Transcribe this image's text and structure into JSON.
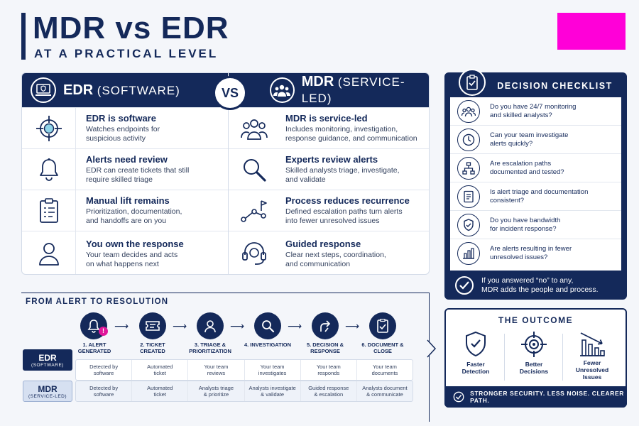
{
  "header": {
    "title": "MDR vs EDR",
    "subtitle": "AT A PRACTICAL LEVEL"
  },
  "comparison": {
    "edr_head_main": "EDR",
    "edr_head_small": "(SOFTWARE)",
    "mdr_head_main": "MDR",
    "mdr_head_small": "(SERVICE-LED)",
    "vs": "VS",
    "edr_rows": [
      {
        "title": "EDR is software",
        "desc": "Watches endpoints for\nsuspicious activity",
        "icon": "target-icon"
      },
      {
        "title": "Alerts need review",
        "desc": "EDR can create tickets that still\nrequire skilled triage",
        "icon": "bell-icon"
      },
      {
        "title": "Manual lift remains",
        "desc": "Prioritization, documentation,\nand handoffs are on you",
        "icon": "clipboard-icon"
      },
      {
        "title": "You own the response",
        "desc": "Your team decides and acts\non what happens next",
        "icon": "person-icon"
      }
    ],
    "mdr_rows": [
      {
        "title": "MDR is service-led",
        "desc": "Includes monitoring, investigation,\nresponse guidance, and communication",
        "icon": "team-icon"
      },
      {
        "title": "Experts review alerts",
        "desc": "Skilled analysts triage, investigate,\nand validate",
        "icon": "magnifier-icon"
      },
      {
        "title": "Process reduces recurrence",
        "desc": "Defined escalation paths turn alerts\ninto fewer unresolved issues",
        "icon": "path-icon"
      },
      {
        "title": "Guided response",
        "desc": "Clear next steps, coordination,\nand communication",
        "icon": "headset-icon"
      }
    ]
  },
  "flow": {
    "title": "FROM ALERT TO RESOLUTION",
    "steps": [
      "1. ALERT\nGENERATED",
      "2. TICKET\nCREATED",
      "3. TRIAGE &\nPRIORITIZATION",
      "4. INVESTIGATION",
      "5. DECISION &\nRESPONSE",
      "6. DOCUMENT &\nCLOSE"
    ],
    "edr_tag": "EDR",
    "edr_tag_sub": "(SOFTWARE)",
    "mdr_tag": "MDR",
    "mdr_tag_sub": "(SERVICE-LED)",
    "edr_cells": [
      "Detected by\nsoftware",
      "Automated\nticket",
      "Your team\nreviews",
      "Your team\ninvestigates",
      "Your team\nresponds",
      "Your team\ndocuments"
    ],
    "mdr_cells": [
      "Detected by\nsoftware",
      "Automated\nticket",
      "Analysts triage\n& prioritize",
      "Analysts investigate\n& validate",
      "Guided response\n& escalation",
      "Analysts document\n& communicate"
    ]
  },
  "checklist": {
    "title": "DECISION CHECKLIST",
    "items": [
      {
        "q": "Do you have 24/7 monitoring\nand skilled analysts?",
        "icon": "team-icon"
      },
      {
        "q": "Can your team investigate\nalerts quickly?",
        "icon": "clock-icon"
      },
      {
        "q": "Are escalation paths\ndocumented and tested?",
        "icon": "hierarchy-icon"
      },
      {
        "q": "Is alert triage and documentation\nconsistent?",
        "icon": "document-icon"
      },
      {
        "q": "Do you have bandwidth\nfor incident response?",
        "icon": "shield-icon"
      },
      {
        "q": "Are alerts resulting in fewer\nunresolved issues?",
        "icon": "bar-chart-icon"
      }
    ],
    "footer": "If you answered “no” to any,\nMDR adds the people and process."
  },
  "outcome": {
    "title": "THE OUTCOME",
    "items": [
      {
        "label": "Faster\nDetection",
        "icon": "shield-check-icon"
      },
      {
        "label": "Better\nDecisions",
        "icon": "target-icon"
      },
      {
        "label": "Fewer\nUnresolved\nIssues",
        "icon": "declining-chart-icon"
      }
    ],
    "footer": "STRONGER SECURITY. LESS NOISE. CLEARER PATH."
  },
  "colors": {
    "navy": "#14295a",
    "accent_magenta": "#ff00d8",
    "alert_pink": "#e0179a"
  }
}
